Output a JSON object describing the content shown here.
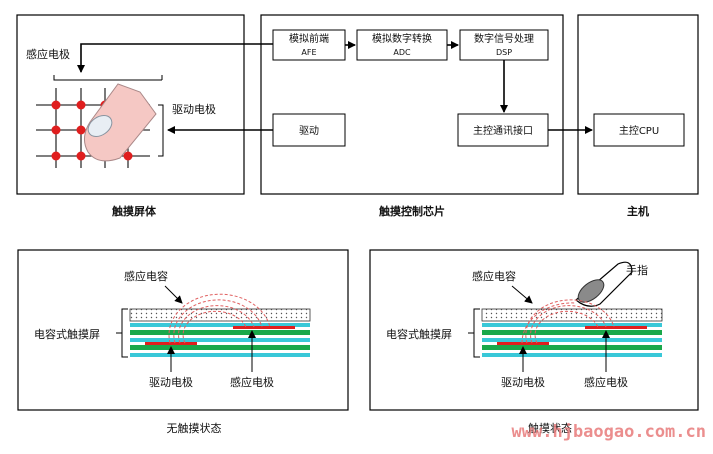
{
  "panels": {
    "touchscreen": {
      "caption": "触摸屏体",
      "sense_electrode": "感应电极",
      "drive_electrode": "驱动电极"
    },
    "chip": {
      "caption": "触摸控制芯片",
      "afe": {
        "line1": "模拟前端",
        "line2": "AFE"
      },
      "adc": {
        "line1": "模拟数字转换",
        "line2": "ADC"
      },
      "dsp": {
        "line1": "数字信号处理",
        "line2": "DSP"
      },
      "drive": "驱动",
      "interface": "主控通讯接口"
    },
    "host": {
      "caption": "主机",
      "cpu": "主控CPU"
    }
  },
  "bottom_left": {
    "caption": "无触摸状态",
    "sense_cap": "感应电容",
    "screen_label": "电容式触摸屏",
    "drive_electrode": "驱动电极",
    "sense_electrode": "感应电极"
  },
  "bottom_right": {
    "caption": "触摸状态",
    "sense_cap": "感应电容",
    "finger": "手指",
    "screen_label": "电容式触摸屏",
    "drive_electrode": "驱动电极",
    "sense_electrode": "感应电极"
  },
  "watermark": "www.hjbaogao.com.cn",
  "colors": {
    "electrode_red": "#e01e1e",
    "layer_cyan": "#39c8d8",
    "layer_green": "#19a84a",
    "finger_pink": "#f5c8c4",
    "watermark_red": "#e87a7a"
  }
}
